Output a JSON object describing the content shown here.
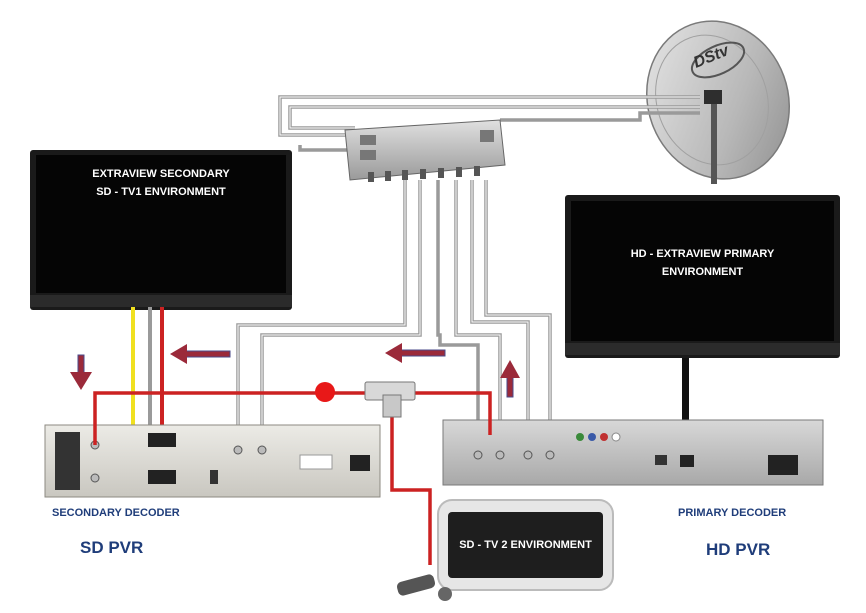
{
  "tv1": {
    "line1": "EXTRAVIEW SECONDARY",
    "line2": "SD  - TV1 ENVIRONMENT"
  },
  "tv_primary": {
    "line1": "HD  - EXTRAVIEW  PRIMARY",
    "line2": "ENVIRONMENT"
  },
  "tv2": {
    "label": "SD  - TV 2 ENVIRONMENT"
  },
  "secondary": {
    "caption": "SECONDARY DECODER",
    "type": "SD PVR"
  },
  "primary": {
    "caption": "PRIMARY DECODER",
    "type": "HD PVR"
  },
  "dish": {
    "brand": "DStv"
  },
  "colors": {
    "cable_grey": "#9a9a9a",
    "cable_red": "#cc2222",
    "cable_yellow": "#f0e020",
    "arrow": "#9b2a3a",
    "text_blue": "#1f3d7a"
  }
}
